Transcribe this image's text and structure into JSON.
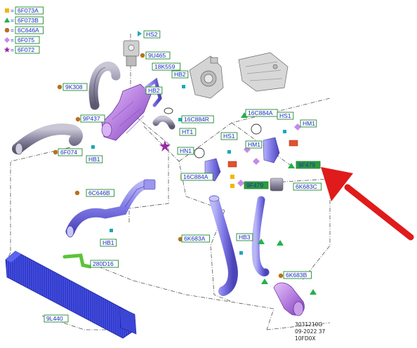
{
  "legend": [
    {
      "marker": "square",
      "color": "#f5b400",
      "code": "6F073A"
    },
    {
      "marker": "triangle",
      "color": "#22b14c",
      "code": "6F073B"
    },
    {
      "marker": "circle",
      "color": "#b8701c",
      "code": "6C646A"
    },
    {
      "marker": "diamond",
      "color": "#c58be6",
      "code": "6F075"
    },
    {
      "marker": "star",
      "color": "#9b2aa6",
      "code": "6F072"
    }
  ],
  "labels": [
    {
      "id": "hs2",
      "text": "HS2",
      "fill": "#ffffff"
    },
    {
      "id": "9u465",
      "text": "9U465",
      "fill": "#ffffff"
    },
    {
      "id": "18k559",
      "text": "18K559",
      "fill": "#ffffff"
    },
    {
      "id": "hb2-top",
      "text": "HB2",
      "fill": "#ffffff"
    },
    {
      "id": "9k308",
      "text": "9K308",
      "fill": "#ffffff"
    },
    {
      "id": "hb2-mid",
      "text": "HB2",
      "fill": "#ffffff"
    },
    {
      "id": "16c884r",
      "text": "16C884R",
      "fill": "#ffffff"
    },
    {
      "id": "9p437",
      "text": "9P437",
      "fill": "#ffffff"
    },
    {
      "id": "ht1",
      "text": "HT1",
      "fill": "#ffffff"
    },
    {
      "id": "16c884a-right",
      "text": "16C884A",
      "fill": "#ffffff"
    },
    {
      "id": "hs1-right",
      "text": "HS1",
      "fill": "#ffffff"
    },
    {
      "id": "hm1-right",
      "text": "HM1",
      "fill": "#ffffff"
    },
    {
      "id": "hs1-mid",
      "text": "HS1",
      "fill": "#ffffff"
    },
    {
      "id": "hm1-mid",
      "text": "HM1",
      "fill": "#ffffff"
    },
    {
      "id": "hn1",
      "text": "HN1",
      "fill": "#ffffff"
    },
    {
      "id": "6f074",
      "text": "6F074",
      "fill": "#ffffff"
    },
    {
      "id": "hb1-left",
      "text": "HB1",
      "fill": "#ffffff"
    },
    {
      "id": "9f479-right",
      "text": "9F479",
      "fill": "#2e9b3c"
    },
    {
      "id": "16c884a-left",
      "text": "16C884A",
      "fill": "#ffffff"
    },
    {
      "id": "9f479-mid",
      "text": "9F479",
      "fill": "#2e9b3c"
    },
    {
      "id": "6k683c",
      "text": "6K683C",
      "fill": "#ffffff"
    },
    {
      "id": "6c646b",
      "text": "6C646B",
      "fill": "#ffffff"
    },
    {
      "id": "hb1-low",
      "text": "HB1",
      "fill": "#ffffff"
    },
    {
      "id": "6k683a",
      "text": "6K683A",
      "fill": "#ffffff"
    },
    {
      "id": "hb3",
      "text": "HB3",
      "fill": "#ffffff"
    },
    {
      "id": "280d16",
      "text": "280D16",
      "fill": "#ffffff"
    },
    {
      "id": "6k683b",
      "text": "6K683B",
      "fill": "#ffffff"
    },
    {
      "id": "9l440",
      "text": "9L440",
      "fill": "#ffffff"
    }
  ],
  "footer": {
    "line1": "3031210G",
    "line2": "09-2022 37",
    "line3": "10FD0X"
  },
  "colors": {
    "label_border": "#1a8a2e",
    "label_text": "#1a2fbf",
    "hose": "#8b86e8",
    "hose_dark": "#5a55c8",
    "pipe_purple": "#b67fe0",
    "arrow": "#e01b1b"
  }
}
